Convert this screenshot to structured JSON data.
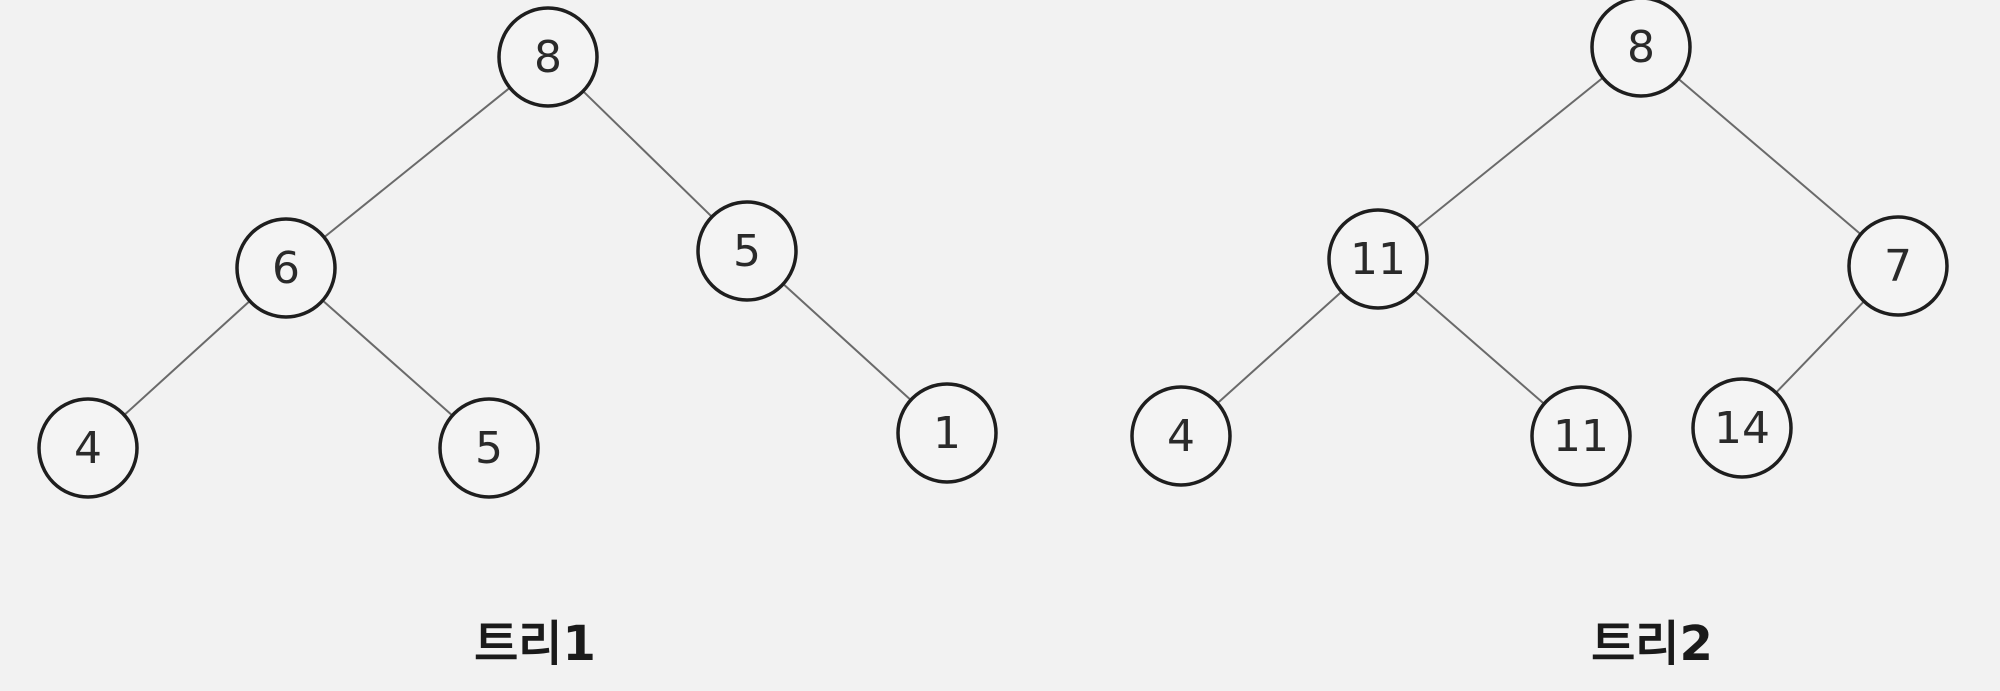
{
  "trees": [
    {
      "caption": "트리1",
      "nodes": [
        {
          "id": "a",
          "label": "8"
        },
        {
          "id": "b",
          "label": "6"
        },
        {
          "id": "c",
          "label": "5"
        },
        {
          "id": "d",
          "label": "4"
        },
        {
          "id": "e",
          "label": "5"
        },
        {
          "id": "f",
          "label": "1"
        }
      ],
      "edges": [
        [
          "a",
          "b"
        ],
        [
          "a",
          "c"
        ],
        [
          "b",
          "d"
        ],
        [
          "b",
          "e"
        ],
        [
          "c",
          "f"
        ]
      ]
    },
    {
      "caption": "트리2",
      "nodes": [
        {
          "id": "a",
          "label": "8"
        },
        {
          "id": "b",
          "label": "11"
        },
        {
          "id": "c",
          "label": "7"
        },
        {
          "id": "d",
          "label": "4"
        },
        {
          "id": "e",
          "label": "11"
        },
        {
          "id": "f",
          "label": "14"
        }
      ],
      "edges": [
        [
          "a",
          "b"
        ],
        [
          "a",
          "c"
        ],
        [
          "b",
          "d"
        ],
        [
          "b",
          "e"
        ],
        [
          "c",
          "f"
        ]
      ]
    }
  ]
}
